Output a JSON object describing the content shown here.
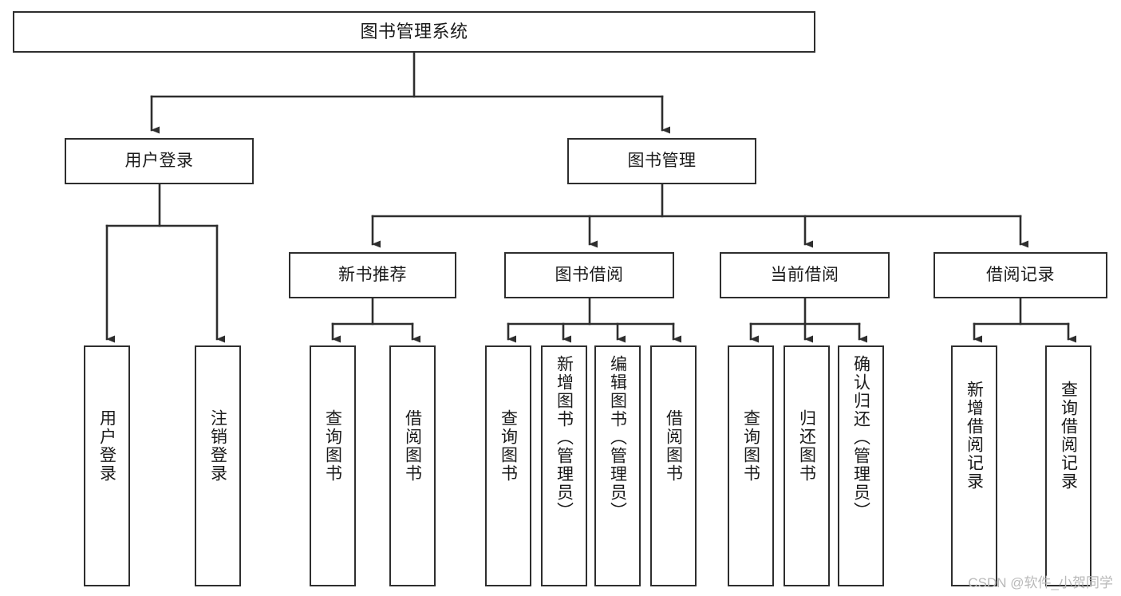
{
  "diagram": {
    "type": "tree-hierarchy-chart",
    "title": "图书管理系统",
    "root": {
      "id": "root",
      "label": "图书管理系统"
    },
    "level2": [
      {
        "id": "user-login",
        "label": "用户登录"
      },
      {
        "id": "book-management",
        "label": "图书管理"
      }
    ],
    "level3": [
      {
        "id": "new-book-recommend",
        "label": "新书推荐",
        "parent": "book-management"
      },
      {
        "id": "book-borrow",
        "label": "图书借阅",
        "parent": "book-management"
      },
      {
        "id": "current-borrow",
        "label": "当前借阅",
        "parent": "book-management"
      },
      {
        "id": "borrow-record",
        "label": "借阅记录",
        "parent": "book-management"
      }
    ],
    "leaves": [
      {
        "id": "leaf-user-login",
        "label": "用户登录",
        "parent": "user-login"
      },
      {
        "id": "leaf-logout",
        "label": "注销登录",
        "parent": "user-login"
      },
      {
        "id": "leaf-query-book-1",
        "label": "查询图书",
        "parent": "new-book-recommend"
      },
      {
        "id": "leaf-borrow-book-1",
        "label": "借阅图书",
        "parent": "new-book-recommend"
      },
      {
        "id": "leaf-query-book-2",
        "label": "查询图书",
        "parent": "book-borrow"
      },
      {
        "id": "leaf-add-book",
        "label": "新增图书（管理员）",
        "parent": "book-borrow"
      },
      {
        "id": "leaf-edit-book",
        "label": "编辑图书（管理员）",
        "parent": "book-borrow"
      },
      {
        "id": "leaf-borrow-book-2",
        "label": "借阅图书",
        "parent": "book-borrow"
      },
      {
        "id": "leaf-query-book-3",
        "label": "查询图书",
        "parent": "current-borrow"
      },
      {
        "id": "leaf-return-book",
        "label": "归还图书",
        "parent": "current-borrow"
      },
      {
        "id": "leaf-confirm-return",
        "label": "确认归还（管理员）",
        "parent": "current-borrow"
      },
      {
        "id": "leaf-add-record",
        "label": "新增借阅记录",
        "parent": "borrow-record"
      },
      {
        "id": "leaf-query-record",
        "label": "查询借阅记录",
        "parent": "borrow-record"
      }
    ],
    "colors": {
      "stroke": "#2e2e2e",
      "fill": "#ffffff",
      "text": "#1a1a1a",
      "watermark": "#b9b9b9"
    }
  },
  "watermark": {
    "text": "CSDN @软件_小贺同学"
  }
}
